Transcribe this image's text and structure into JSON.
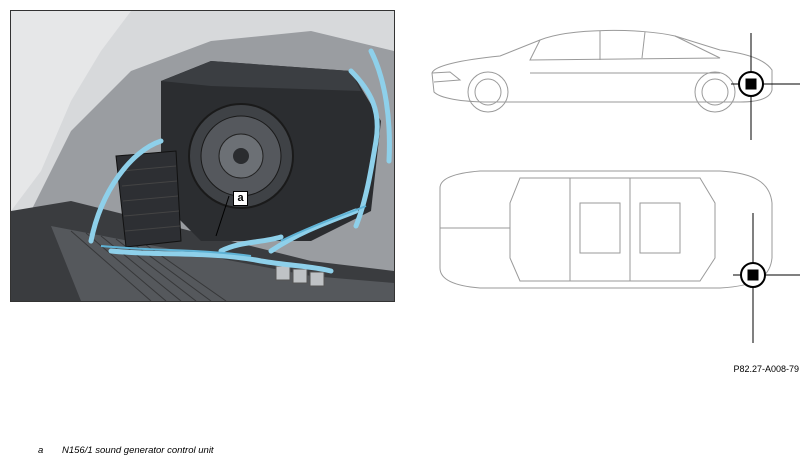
{
  "photo": {
    "callout_label": "a",
    "colors": {
      "harness": "#8ed0ea",
      "body": "#2b2d30",
      "panel": "#c9cccf"
    }
  },
  "cars": {
    "marker_color": "#000000",
    "outline_color": "#9a9a9a"
  },
  "reference_code": "P82.27-A008-79",
  "legend": [
    {
      "key": "a",
      "text": "N156/1 sound generator control unit"
    }
  ]
}
